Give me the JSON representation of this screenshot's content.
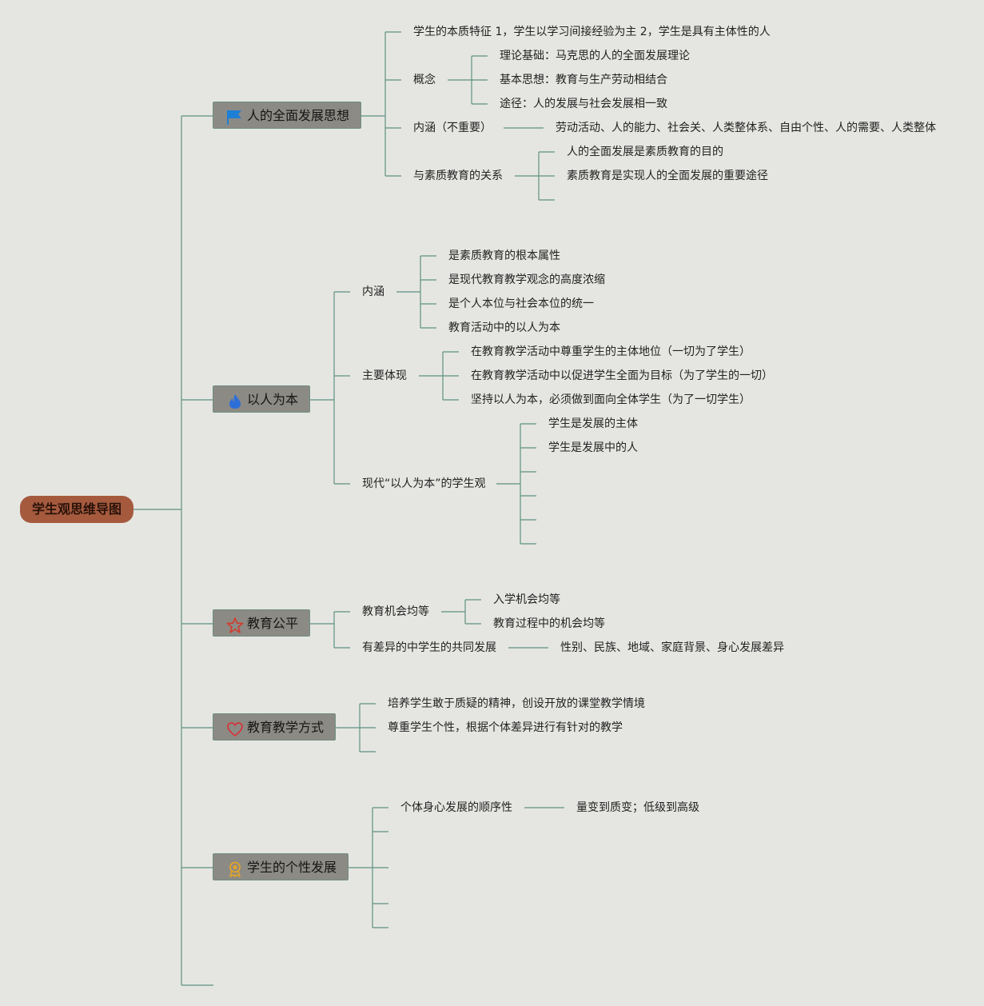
{
  "root": "学生观思维导图",
  "icons": {
    "b1": "flag-icon",
    "b2": "fire-icon",
    "b3": "star-icon",
    "b4": "heart-icon",
    "b5": "award-icon"
  },
  "colors": {
    "root": "#a55a3e",
    "node": "#8c8a84",
    "line": "#5e9182",
    "background": "#e5e6e2",
    "flag": "#1e7fd6",
    "fire": "#2d6fd8",
    "star": "#d33a2c",
    "heart": "#d6343a",
    "award": "#e1a32a"
  },
  "b1": {
    "title": "人的全面发展思想",
    "l1": "学生的本质特征 1，学生以学习间接经验为主 2，学生是具有主体性的人",
    "concept": "概念",
    "c1": "理论基础：马克思的人的全面发展理论",
    "c2": "基本思想：教育与生产劳动相结合",
    "c3": "途径：人的发展与社会发展相一致",
    "neihan": "内涵（不重要）",
    "neihan_d": "劳动活动、人的能力、社会关、人类整体系、自由个性、人的需要、人类整体",
    "relation": "与素质教育的关系",
    "r1": "人的全面发展是素质教育的目的",
    "r2": "素质教育是实现人的全面发展的重要途径"
  },
  "b2": {
    "title": "以人为本",
    "neihan": "内涵",
    "n1": "是素质教育的根本属性",
    "n2": "是现代教育教学观念的高度浓缩",
    "n3": "是个人本位与社会本位的统一",
    "n4": "教育活动中的以人为本",
    "tixian": "主要体现",
    "t1": "在教育教学活动中尊重学生的主体地位（一切为了学生）",
    "t2": "在教育教学活动中以促进学生全面为目标（为了学生的一切）",
    "t3": "坚持以人为本，必须做到面向全体学生（为了一切学生）",
    "xsg": "现代“以人为本”的学生观",
    "x1": "学生是发展的主体",
    "x2": "学生是发展中的人"
  },
  "b3": {
    "title": "教育公平",
    "jh": "教育机会均等",
    "j1": "入学机会均等",
    "j2": "教育过程中的机会均等",
    "cy": "有差异的中学生的共同发展",
    "cy_d": "性别、民族、地域、家庭背景、身心发展差异"
  },
  "b4": {
    "title": "教育教学方式",
    "a1": "培养学生敢于质疑的精神，创设开放的课堂教学情境",
    "a2": "尊重学生个性，根据个体差异进行有针对的教学"
  },
  "b5": {
    "title": "学生的个性发展",
    "s1": "个体身心发展的顺序性",
    "s1_d": "量变到质变；低级到高级"
  }
}
